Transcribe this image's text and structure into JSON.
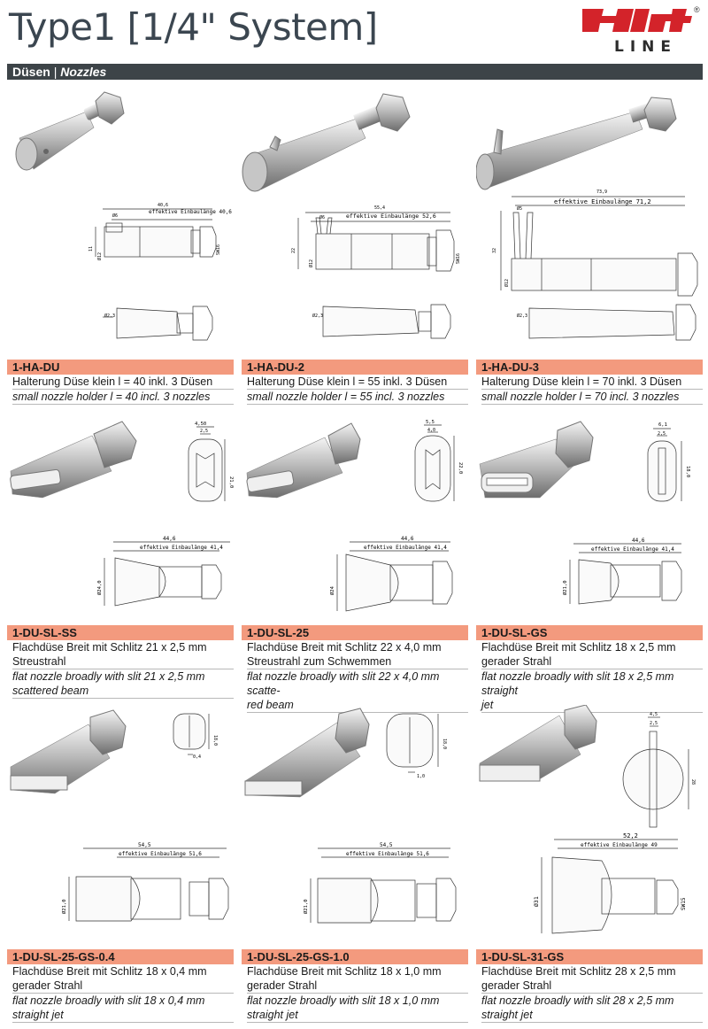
{
  "header": {
    "title": "Type1 [1/4\" System]",
    "logo_brand": "Hirt",
    "logo_sub": "LINE",
    "logo_reg": "®"
  },
  "section": {
    "label_de": "Düsen",
    "separator": "|",
    "label_en": "Nozzles"
  },
  "products": [
    {
      "code": "1-HA-DU",
      "desc_de": [
        "Halterung Düse klein l = 40 inkl. 3 Düsen"
      ],
      "desc_en": [
        "small nozzle holder l = 40 incl. 3 nozzles"
      ],
      "dims": [
        "effektive Einbaulänge 40,6",
        "40,6",
        "Ø6",
        "11",
        "SW16",
        "Ø12",
        "Ø2,3"
      ]
    },
    {
      "code": "1-HA-DU-2",
      "desc_de": [
        "Halterung Düse klein l = 55 inkl. 3 Düsen"
      ],
      "desc_en": [
        "small nozzle holder l = 55 incl. 3 nozzles"
      ],
      "dims": [
        "effektive Einbaulänge 52,6",
        "55,4",
        "Ø6",
        "22",
        "SW16",
        "Ø12",
        "Ø2,3"
      ]
    },
    {
      "code": "1-HA-DU-3",
      "desc_de": [
        "Halterung Düse klein l = 70 inkl. 3 Düsen"
      ],
      "desc_en": [
        "small nozzle holder l = 70 incl. 3 nozzles"
      ],
      "dims": [
        "effektive Einbaulänge 71,2",
        "73,9",
        "Ø5",
        "32",
        "Ø12",
        "Ø2,3"
      ]
    },
    {
      "code": "1-DU-SL-SS",
      "desc_de": [
        "Flachdüse Breit mit Schlitz 21 x 2,5 mm",
        "Streustrahl"
      ],
      "desc_en": [
        "flat nozzle broadly with slit 21 x 2,5 mm",
        "scattered beam"
      ],
      "dims": [
        "4,50",
        "2,5",
        "21,0",
        "44,6",
        "effektive Einbaulänge 41,4",
        "Ø24,0"
      ]
    },
    {
      "code": "1-DU-SL-25",
      "desc_de": [
        "Flachdüse Breit mit Schlitz 22 x 4,0 mm",
        "Streustrahl zum Schwemmen"
      ],
      "desc_en": [
        "flat nozzle broadly with slit 22 x 4,0 mm scatte-",
        "red beam"
      ],
      "dims": [
        "5,5",
        "4,0",
        "22,0",
        "44,6",
        "effektive Einbaulänge 41,4",
        "Ø24"
      ]
    },
    {
      "code": "1-DU-SL-GS",
      "desc_de": [
        "Flachdüse Breit mit Schlitz 18 x 2,5 mm",
        "gerader Strahl"
      ],
      "desc_en": [
        "flat nozzle broadly with slit 18 x 2,5 mm straight",
        "jet"
      ],
      "dims": [
        "6,1",
        "2,5",
        "18,0",
        "44,6",
        "effektive Einbaulänge 41,4",
        "Ø21,0"
      ]
    },
    {
      "code": "1-DU-SL-25-GS-0.4",
      "desc_de": [
        "Flachdüse Breit mit Schlitz 18 x 0,4 mm",
        "gerader Strahl"
      ],
      "desc_en": [
        "flat nozzle broadly with slit 18 x 0,4 mm",
        "straight jet"
      ],
      "dims": [
        "18,0",
        "0,4",
        "54,5",
        "effektive Einbaulänge 51,6",
        "Ø21,0"
      ]
    },
    {
      "code": "1-DU-SL-25-GS-1.0",
      "desc_de": [
        "Flachdüse Breit mit Schlitz 18 x 1,0 mm",
        "gerader Strahl"
      ],
      "desc_en": [
        "flat nozzle broadly with slit 18 x 1,0 mm",
        "straight jet"
      ],
      "dims": [
        "18,0",
        "1,0",
        "54,5",
        "effektive Einbaulänge 51,6",
        "Ø21,0"
      ]
    },
    {
      "code": "1-DU-SL-31-GS",
      "desc_de": [
        "Flachdüse Breit mit Schlitz 28 x 2,5 mm",
        "gerader Strahl"
      ],
      "desc_en": [
        "flat nozzle broadly with slit 28 x 2,5 mm",
        "straight jet"
      ],
      "dims": [
        "4,5",
        "2,5",
        "28",
        "52,2",
        "effektive Einbaulänge 49",
        "Ø31",
        "SW15"
      ]
    }
  ]
}
